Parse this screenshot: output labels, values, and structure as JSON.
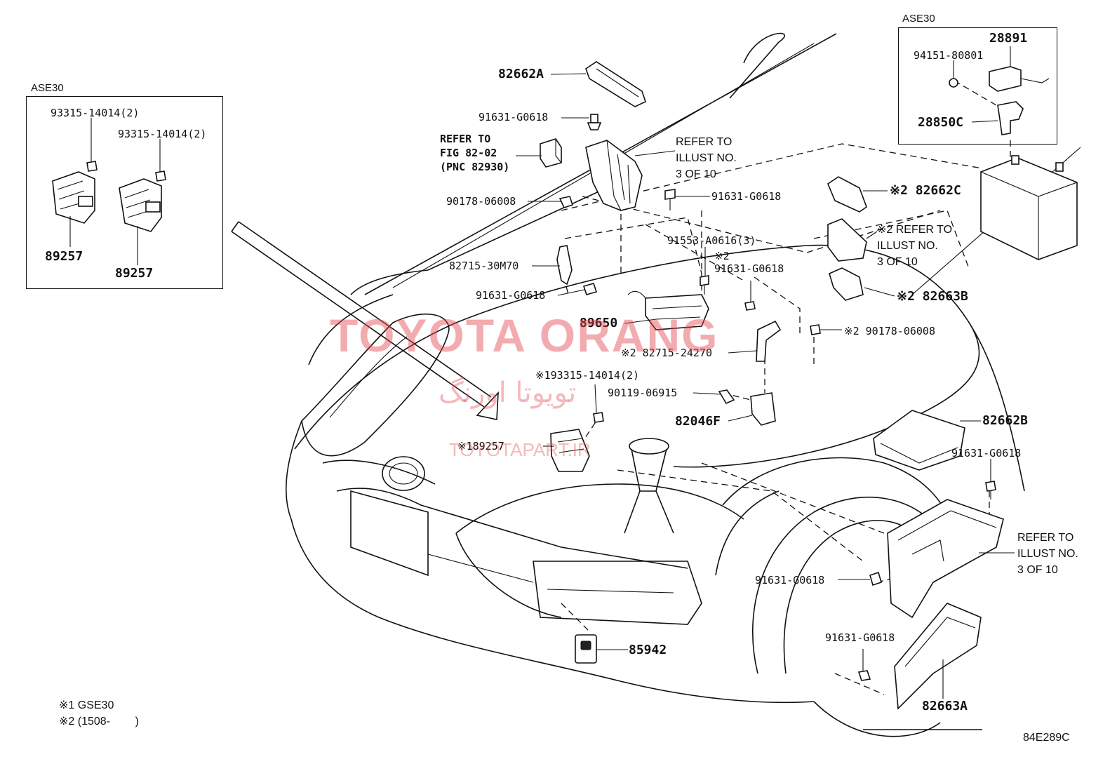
{
  "diagram_code": "84E289C",
  "inset_left": {
    "title": "ASE30",
    "bolt_a": "93315-14014(2)",
    "bolt_b": "93315-14014(2)",
    "module_a": "89257",
    "module_b": "89257"
  },
  "inset_right": {
    "title": "ASE30",
    "sensor": "28891",
    "nut": "94151-80801",
    "bracket": "28850C"
  },
  "labels": {
    "p82662A": "82662A",
    "p91631_top": "91631-G0618",
    "refer_fig": "REFER TO\nFIG 82-02\n(PNC 82930)",
    "refer_illust_1": "REFER TO\nILLUST NO.\n3 OF 10",
    "p90178_a": "90178-06008",
    "p91631_b": "91631-G0618",
    "p91553": "91553-A0616(3)",
    "p82715_30M70": "82715-30M70",
    "p91631_c": "91631-G0618",
    "p91631_d_mark": "※2",
    "p91631_d": "91631-G0618",
    "p89650": "89650",
    "p82715_24270": "※2 82715-24270",
    "p93315_mid": "※193315-14014(2)",
    "p90119": "90119-06915",
    "p82046F": "82046F",
    "p89257_mid": "※189257",
    "p82662C": "※2 82662C",
    "refer_illust_2": "※2 REFER TO\nILLUST NO.\n3 OF 10",
    "p82663B": "※2 82663B",
    "p90178_b": "※2 90178-06008",
    "p82662B": "82662B",
    "p91631_e": "91631-G0618",
    "refer_illust_3": "REFER TO\nILLUST NO.\n3 OF 10",
    "p91631_f": "91631-G0618",
    "p91631_g": "91631-G0618",
    "p82663A": "82663A",
    "p85942": "85942"
  },
  "footnotes": {
    "note1": "※1 GSE30",
    "note2": "※2 (1508-        )"
  },
  "watermark": {
    "title": "TOYOTA ORANG",
    "arabic": "تویوتا اورنگ",
    "url": "TOYOTAPART.IR",
    "color": "#e24650"
  }
}
